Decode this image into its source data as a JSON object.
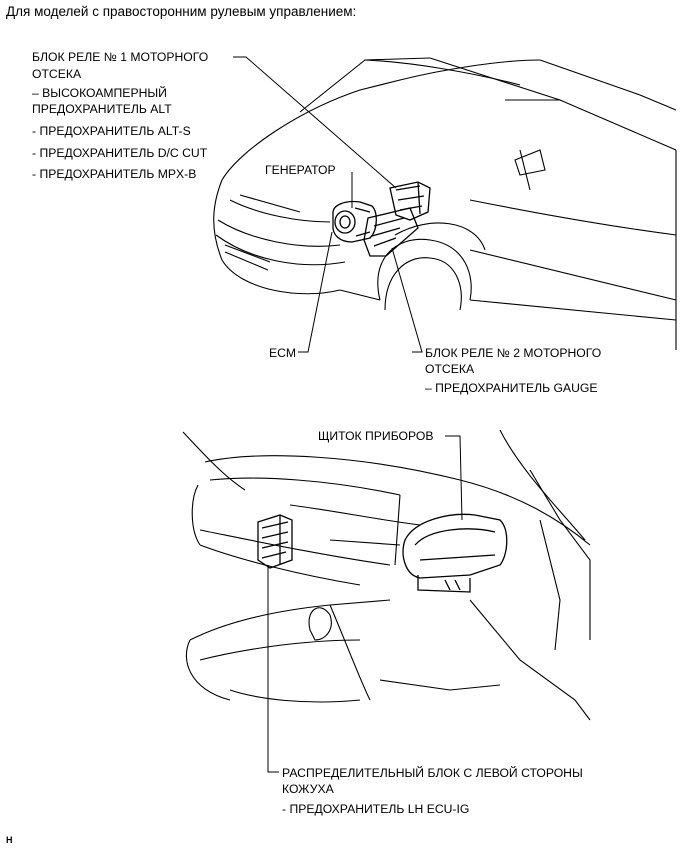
{
  "header": "Для моделей с правосторонним рулевым управлением:",
  "engine_labels": {
    "relay1_l1": "БЛОК РЕЛЕ № 1 МОТОРНОГО",
    "relay1_l2": "ОТСЕКА",
    "relay1_i1a": "– ВЫСОКОАМПЕРНЫЙ",
    "relay1_i1b": "ПРЕДОХРАНИТЕЛЬ ALT",
    "relay1_i2": "- ПРЕДОХРАНИТЕЛЬ ALT-S",
    "relay1_i3": "- ПРЕДОХРАНИТЕЛЬ D/C CUT",
    "relay1_i4": "- ПРЕДОХРАНИТЕЛЬ MPX-B",
    "generator": "ГЕНЕРАТОР",
    "ecm": "ECM",
    "relay2_l1": "БЛОК РЕЛЕ № 2 МОТОРНОГО",
    "relay2_l2": "ОТСЕКА",
    "relay2_i1": "– ПРЕДОХРАНИТЕЛЬ GAUGE"
  },
  "cabin_labels": {
    "cluster": "ЩИТОК ПРИБОРОВ",
    "jb_l1": "РАСПРЕДЕЛИТЕЛЬНЫЙ БЛОК С ЛЕВОЙ СТОРОНЫ",
    "jb_l2": "КОЖУХА",
    "jb_i1": "- ПРЕДОХРАНИТЕЛЬ LH ECU-IG"
  },
  "footer": "H"
}
